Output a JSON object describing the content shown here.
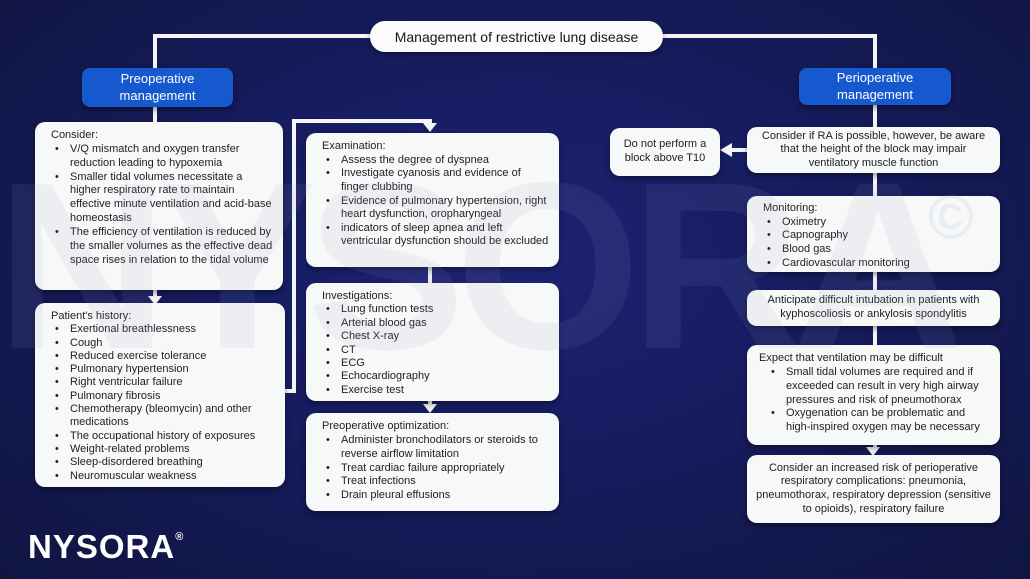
{
  "title": "Management of restrictive lung disease",
  "watermark": {
    "text": "NYSORA",
    "symbol": "©"
  },
  "logo": {
    "text": "NYSORA",
    "registered": "®"
  },
  "colors": {
    "background": "#161c5e",
    "accent_blue": "#1659cf",
    "box_white": "#f7f8f8",
    "connector": "#f4f4f6"
  },
  "preoperative": {
    "header": "Preoperative management",
    "consider": {
      "heading": "Consider:",
      "items": [
        "V/Q mismatch and oxygen transfer reduction leading to hypoxemia",
        "Smaller tidal volumes necessitate a higher respiratory rate to maintain effective minute ventilation and acid-base homeostasis",
        "The efficiency of ventilation is reduced by the smaller volumes as the effective dead space rises in relation to the tidal volume"
      ]
    },
    "patient_history": {
      "heading": "Patient's history:",
      "items": [
        "Exertional breathlessness",
        "Cough",
        "Reduced exercise tolerance",
        "Pulmonary hypertension",
        "Right ventricular failure",
        "Pulmonary fibrosis",
        "Chemotherapy (bleomycin) and other medications",
        "The occupational history of exposures",
        "Weight-related problems",
        "Sleep-disordered breathing",
        "Neuromuscular weakness"
      ]
    },
    "examination": {
      "heading": "Examination:",
      "items": [
        "Assess the degree of dyspnea",
        "Investigate cyanosis and evidence of finger clubbing",
        "Evidence of pulmonary hypertension, right heart dysfunction, oropharyngeal",
        "indicators of sleep apnea and left ventricular dysfunction should be excluded"
      ]
    },
    "investigations": {
      "heading": "Investigations:",
      "items": [
        "Lung function tests",
        "Arterial blood gas",
        "Chest X-ray",
        "CT",
        "ECG",
        "Echocardiography",
        "Exercise test"
      ]
    },
    "optimization": {
      "heading": "Preoperative optimization:",
      "items": [
        "Administer bronchodilators or steroids to reverse airflow limitation",
        "Treat cardiac failure appropriately",
        "Treat infections",
        "Drain pleural effusions"
      ]
    }
  },
  "perioperative": {
    "header": "Perioperative management",
    "block_limit": "Do not perform a block above T10",
    "regional_anesthesia": "Consider if RA is possible, however, be aware that the height of the block may impair ventilatory muscle function",
    "monitoring": {
      "heading": "Monitoring:",
      "items": [
        "Oximetry",
        "Capnography",
        "Blood gas",
        "Cardiovascular monitoring"
      ]
    },
    "intubation": "Anticipate difficult intubation in patients with kyphoscoliosis or ankylosis spondylitis",
    "ventilation": {
      "heading": "Expect that ventilation may be difficult",
      "items": [
        "Small tidal volumes are required and if exceeded can result in very high airway pressures and risk of pneumothorax",
        "Oxygenation can be problematic and high-inspired oxygen may be necessary"
      ]
    },
    "complications": "Consider an increased risk of perioperative respiratory complications: pneumonia, pneumothorax, respiratory depression (sensitive to opioids), respiratory failure"
  }
}
